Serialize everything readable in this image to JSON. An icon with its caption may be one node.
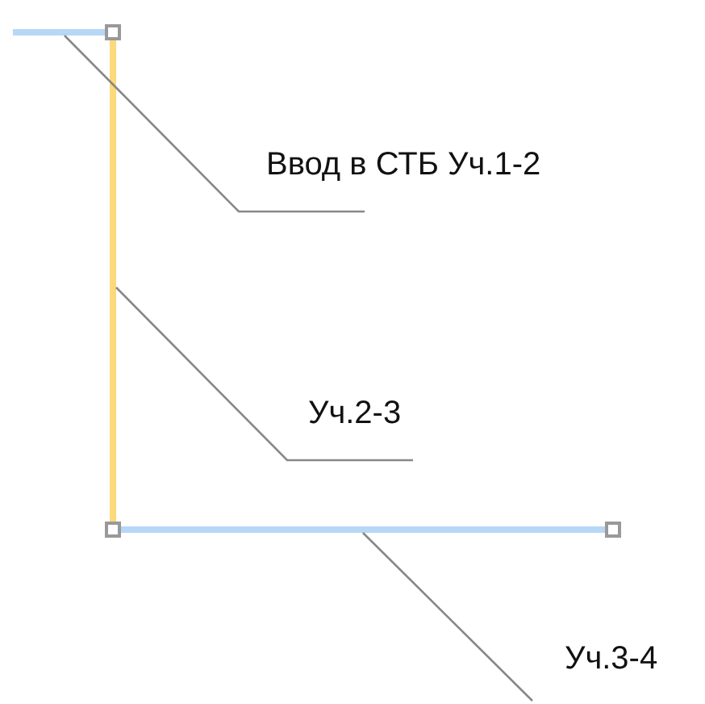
{
  "diagram": {
    "nodes": [
      {
        "text": [],
        "shape": "bar"
      },
      {
        "text": [],
        "shape": "bar"
      },
      {
        "text": [],
        "shape": "bar"
      },
      {
        "text": [
          "Ввод в СТБ Уч.1-2"
        ]
      },
      {
        "text": [
          "Уч.2-3"
        ]
      },
      {
        "text": [
          "Уч.3-4"
        ]
      }
    ],
    "edges": [
      {
        "from": 3,
        "to": 0,
        "arrow": "none"
      },
      {
        "from": 4,
        "to": 1,
        "arrow": "none"
      },
      {
        "from": 5,
        "to": 2,
        "arrow": "none"
      }
    ]
  }
}
